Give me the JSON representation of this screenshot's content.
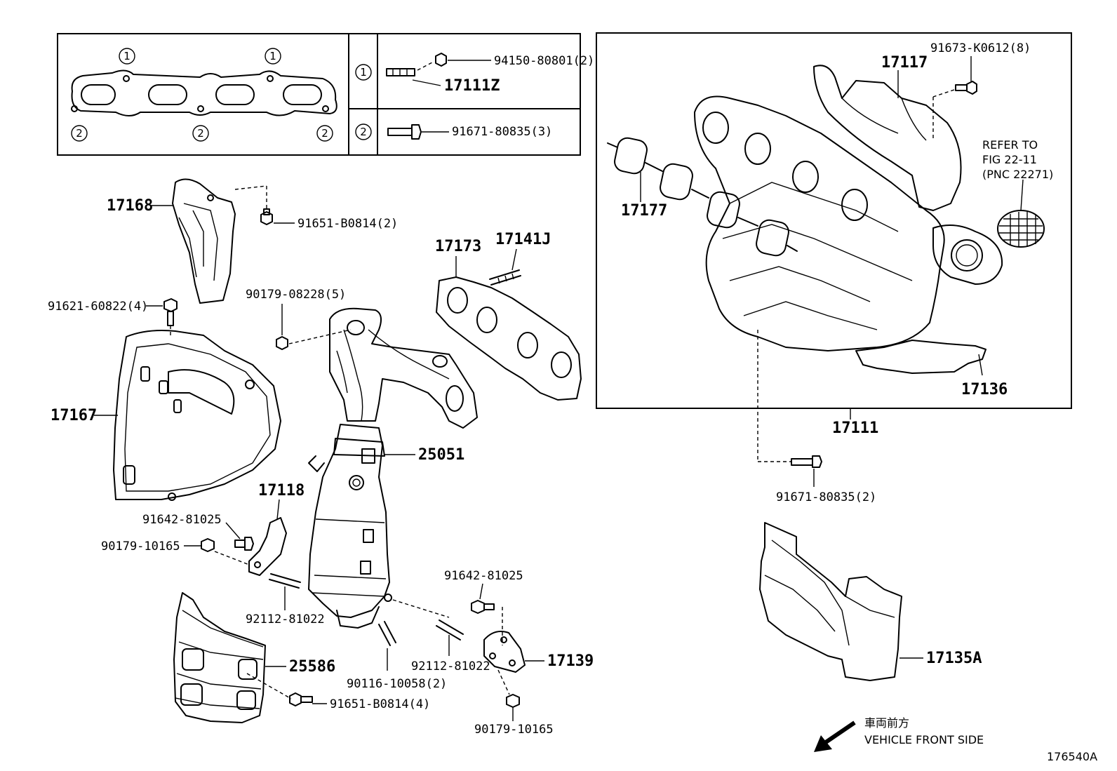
{
  "callouts": {
    "c_94150": "94150-80801(2)",
    "c_17111z": "17111Z",
    "c_91671_3": "91671-80835(3)",
    "c_17168": "17168",
    "c_91651_2": "91651-B0814(2)",
    "c_91621": "91621-60822(4)",
    "c_90179_08228": "90179-08228(5)",
    "c_17173": "17173",
    "c_17141j": "17141J",
    "c_17167": "17167",
    "c_25051": "25051",
    "c_17118": "17118",
    "c_91642_a": "91642-81025",
    "c_90179_10165_a": "90179-10165",
    "c_92112_a": "92112-81022",
    "c_25586": "25586",
    "c_90116": "90116-10058(2)",
    "c_92112_b": "92112-81022",
    "c_91642_b": "91642-81025",
    "c_17139": "17139",
    "c_91651_4": "91651-B0814(4)",
    "c_90179_10165_b": "90179-10165",
    "c_91673": "91673-K0612(8)",
    "c_17117": "17117",
    "c_17177": "17177",
    "c_17136": "17136",
    "c_17111": "17111",
    "c_91671_2": "91671-80835(2)",
    "c_17135a": "17135A"
  },
  "refer": {
    "line1": "REFER TO",
    "line2": "FIG 22-11",
    "line3": "(PNC 22271)"
  },
  "circle_marks": {
    "one": "1",
    "two": "2"
  },
  "direction": {
    "jp": "車両前方",
    "en": "VEHICLE FRONT SIDE"
  },
  "figure_code": "176540A"
}
